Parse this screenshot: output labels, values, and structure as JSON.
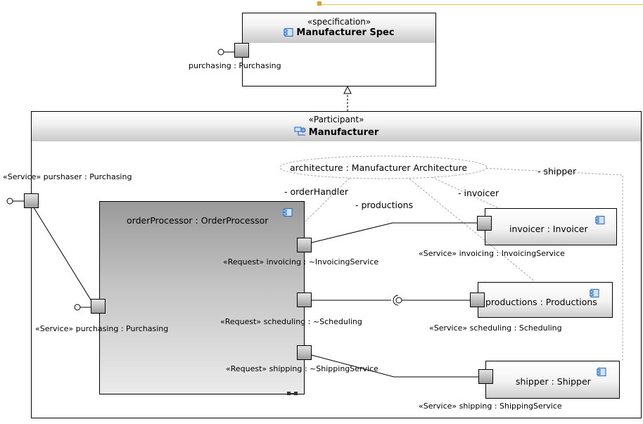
{
  "spec": {
    "stereotype": "«specification»",
    "name": "Manufacturer Spec",
    "port_label": "purchasing : Purchasing"
  },
  "participant": {
    "stereotype": "«Participant»",
    "name": "Manufacturer"
  },
  "architecture": "architecture : Manufacturer Architecture",
  "roles": {
    "order_handler": "- orderHandler",
    "productions": "- productions",
    "invoicer": "- invoicer",
    "shipper": "- shipper"
  },
  "outer_port_label": "«Service» purshaser : Purchasing",
  "order_processor": {
    "name": "orderProcessor : OrderProcessor",
    "purchasing_label": "«Service» purchasing : Purchasing",
    "invoicing_label": "«Request» invoicing : ~InvoicingService",
    "scheduling_label": "«Request» scheduling : ~Scheduling",
    "shipping_label": "«Request» shipping : ~ShippingService"
  },
  "invoicer": {
    "name": "invoicer : Invoicer",
    "port_label": "«Service» invoicing : InvoicingService"
  },
  "productions": {
    "name": "productions : Productions",
    "port_label": "«Service» scheduling : Scheduling"
  },
  "shipper": {
    "name": "shipper : Shipper",
    "port_label": "«Service» shipping : ShippingService"
  }
}
